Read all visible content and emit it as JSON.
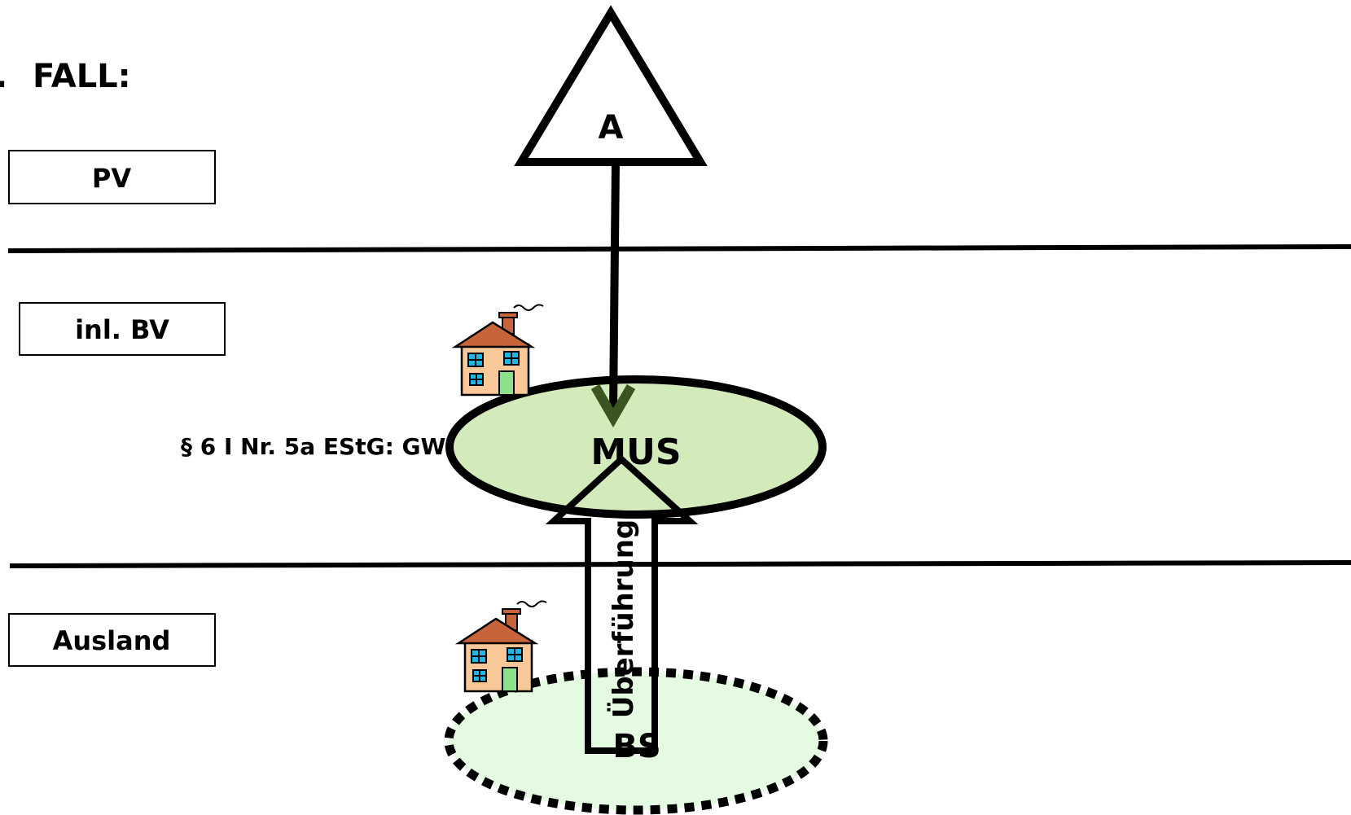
{
  "title": "FALL:",
  "title_prefix": ".",
  "zones": {
    "pv": "PV",
    "inland": "inl. BV",
    "ausland": "Ausland"
  },
  "entities": {
    "owner": "A",
    "parent": "MUS",
    "branch": "BS"
  },
  "rule_text": "§ 6 I Nr. 5a EStG: GW",
  "transfer_label": "Überführung",
  "colors": {
    "mus_fill": "#d3eabb",
    "bs_fill": "#e4fbe2",
    "arrow_head": "#3a5520",
    "line": "#000000",
    "house_wall": "#f8c898",
    "house_roof": "#c8643a",
    "house_window": "#1fb6e6",
    "house_door": "#8ee08a"
  },
  "icons": [
    "house-icon",
    "house-icon"
  ]
}
